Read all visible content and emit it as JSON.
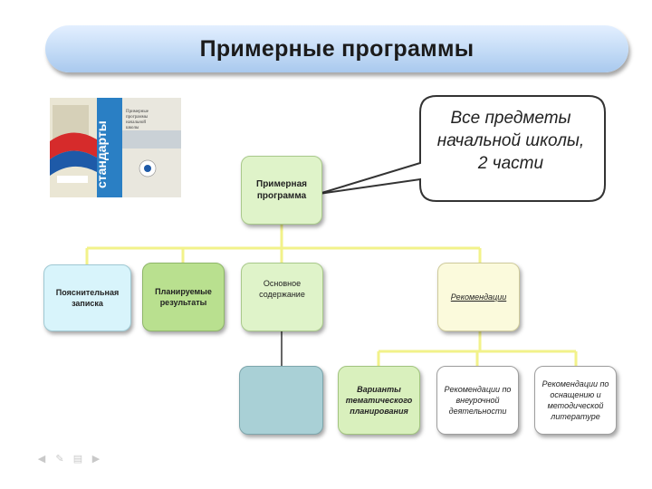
{
  "title": "Примерные программы",
  "callout": {
    "line1": "Все предметы",
    "line2": "начальной школы,",
    "line3": "2 части"
  },
  "diagram": {
    "root": "Примерная программа",
    "level1": [
      "Пояснительная записка",
      "Планируемые результаты",
      "Основное содержание",
      "Рекомендации"
    ],
    "level2": [
      "",
      "Варианты тематического планирования",
      "Рекомендации по внеурочной деятельности",
      "Рекомендации по оснащению и методической литературе"
    ]
  },
  "book_cover": {
    "spine_text": "стандарты",
    "side_text": "Примерные программы начальной школы"
  },
  "nav_icons": [
    "arrow-left-icon",
    "pen-icon",
    "menu-icon",
    "arrow-right-icon"
  ],
  "colors": {
    "title_bar": "#c3dbf6",
    "connector": "#f2f28a",
    "root_box": "#dff3c9",
    "note_box": "#d8f4fb",
    "results_box": "#b9e08f",
    "recommend_box": "#fbfadc",
    "empty_box": "#a9d0d6"
  }
}
